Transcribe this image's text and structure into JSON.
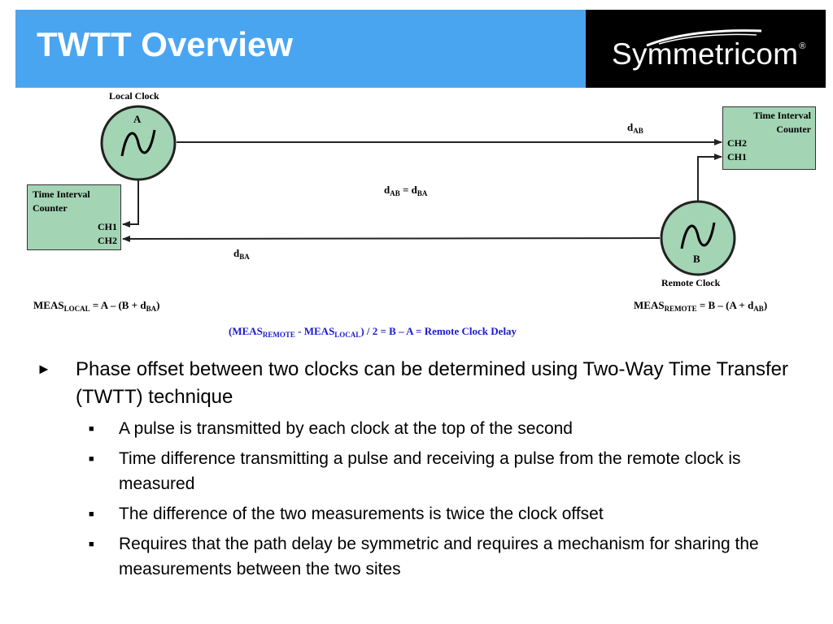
{
  "slide": {
    "title": "TWTT Overview",
    "logo": {
      "text": "Symmetricom",
      "registered": "®"
    }
  },
  "diagram": {
    "local_clock": {
      "caption": "Local Clock",
      "letter": "A"
    },
    "remote_clock": {
      "caption": "Remote Clock",
      "letter": "B"
    },
    "local_counter": {
      "line1": "Time Interval",
      "line2": "Counter",
      "ch1": "CH1",
      "ch2": "CH2"
    },
    "remote_counter": {
      "line1": "Time Interval",
      "line2": "Counter",
      "ch2": "CH2",
      "ch1": "CH1"
    },
    "d_ab": {
      "base": "d",
      "sub": "AB"
    },
    "d_ba": {
      "base": "d",
      "sub": "BA"
    },
    "delay_equality": {
      "d1": "d",
      "s1": "AB",
      "mid": " = d",
      "s2": "BA"
    },
    "meas_local": {
      "p1": "MEAS",
      "s1": "LOCAL",
      "p2": " = A – (B + d",
      "s2": "BA",
      "p3": ")"
    },
    "meas_remote": {
      "p1": "MEAS",
      "s1": "REMOTE",
      "p2": " = B – (A + d",
      "s2": "AB",
      "p3": ")"
    },
    "result": {
      "p1": "(MEAS",
      "s1": "REMOTE",
      "p2": " - MEAS",
      "s2": "LOCAL",
      "p3": ") / 2 = B – A = Remote Clock Delay",
      "color": "#1a1acc"
    },
    "colors": {
      "clock_fill": "#a3d4b4",
      "counter_fill": "#a3d4b4",
      "line": "#222222"
    }
  },
  "bullets": {
    "marker_level1": "►",
    "marker_level2": "■",
    "main": "Phase offset between two clocks can be determined using Two-Way Time Transfer (TWTT) technique",
    "sub1": "A pulse is transmitted by each clock at the top of the second",
    "sub2": "Time difference transmitting a pulse and receiving a pulse from the remote clock is measured",
    "sub3": "The difference of the two measurements is twice the clock offset",
    "sub4": "Requires that the path delay be symmetric and requires a mechanism for sharing the measurements between the two sites"
  },
  "theme": {
    "header_blue": "#4aa5f0",
    "logo_bg": "#000000"
  }
}
